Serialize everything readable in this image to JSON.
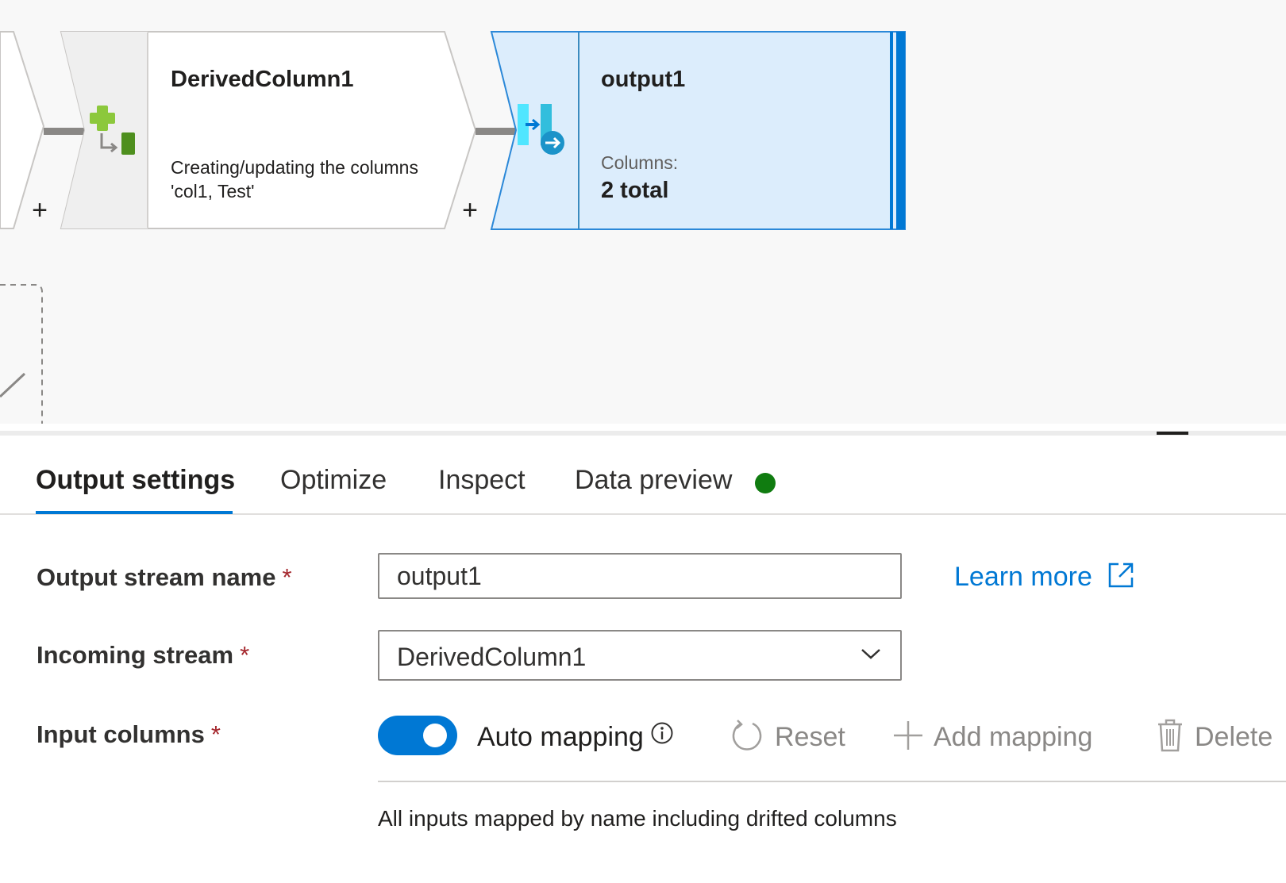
{
  "canvas": {
    "derived_node": {
      "title": "DerivedColumn1",
      "description": "Creating/updating the columns 'col1, Test'",
      "icon": "derived-column-icon"
    },
    "sink_node": {
      "title": "output1",
      "columns_label": "Columns:",
      "columns_value": "2 total",
      "icon": "sink-icon"
    },
    "add_label": "+"
  },
  "panel": {
    "tabs": [
      {
        "label": "Output settings",
        "active": true
      },
      {
        "label": "Optimize",
        "active": false
      },
      {
        "label": "Inspect",
        "active": false
      },
      {
        "label": "Data preview",
        "active": false
      }
    ],
    "data_preview_status_color": "#107c10",
    "output_stream": {
      "label": "Output stream name",
      "required_mark": "*",
      "value": "output1"
    },
    "learn_more": "Learn more",
    "incoming_stream": {
      "label": "Incoming stream",
      "required_mark": "*",
      "value": "DerivedColumn1"
    },
    "input_columns": {
      "label": "Input columns",
      "required_mark": "*",
      "auto_mapping_label": "Auto mapping",
      "auto_mapping_on": true,
      "reset_label": "Reset",
      "add_mapping_label": "Add mapping",
      "delete_label": "Delete",
      "note": "All inputs mapped by name including drifted columns"
    }
  },
  "colors": {
    "accent": "#0078d4",
    "required": "#a4262c",
    "sink_fill": "#dcedfc",
    "status_green": "#107c10"
  }
}
